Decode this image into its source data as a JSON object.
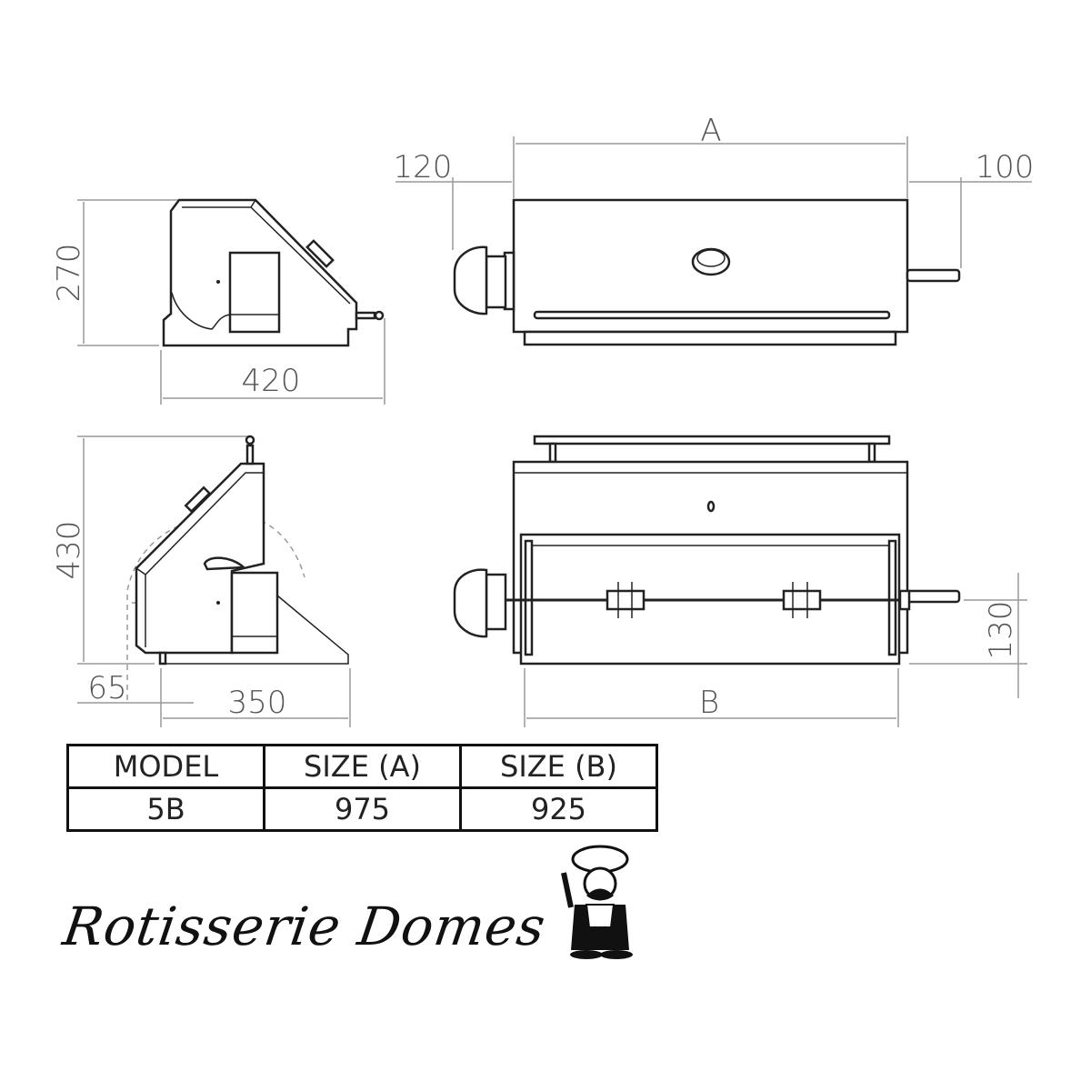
{
  "dimensions": {
    "side_height": "270",
    "side_depth": "420",
    "front_a": "A",
    "left_offset": "120",
    "right_offset": "100",
    "open_height": "430",
    "foot_offset": "65",
    "open_depth": "350",
    "front_b": "B",
    "spit_height": "130"
  },
  "table": {
    "headers": [
      "MODEL",
      "SIZE (A)",
      "SIZE (B)"
    ],
    "rows": [
      [
        "5B",
        "975",
        "925"
      ]
    ]
  },
  "brand": "Rotisserie Domes"
}
